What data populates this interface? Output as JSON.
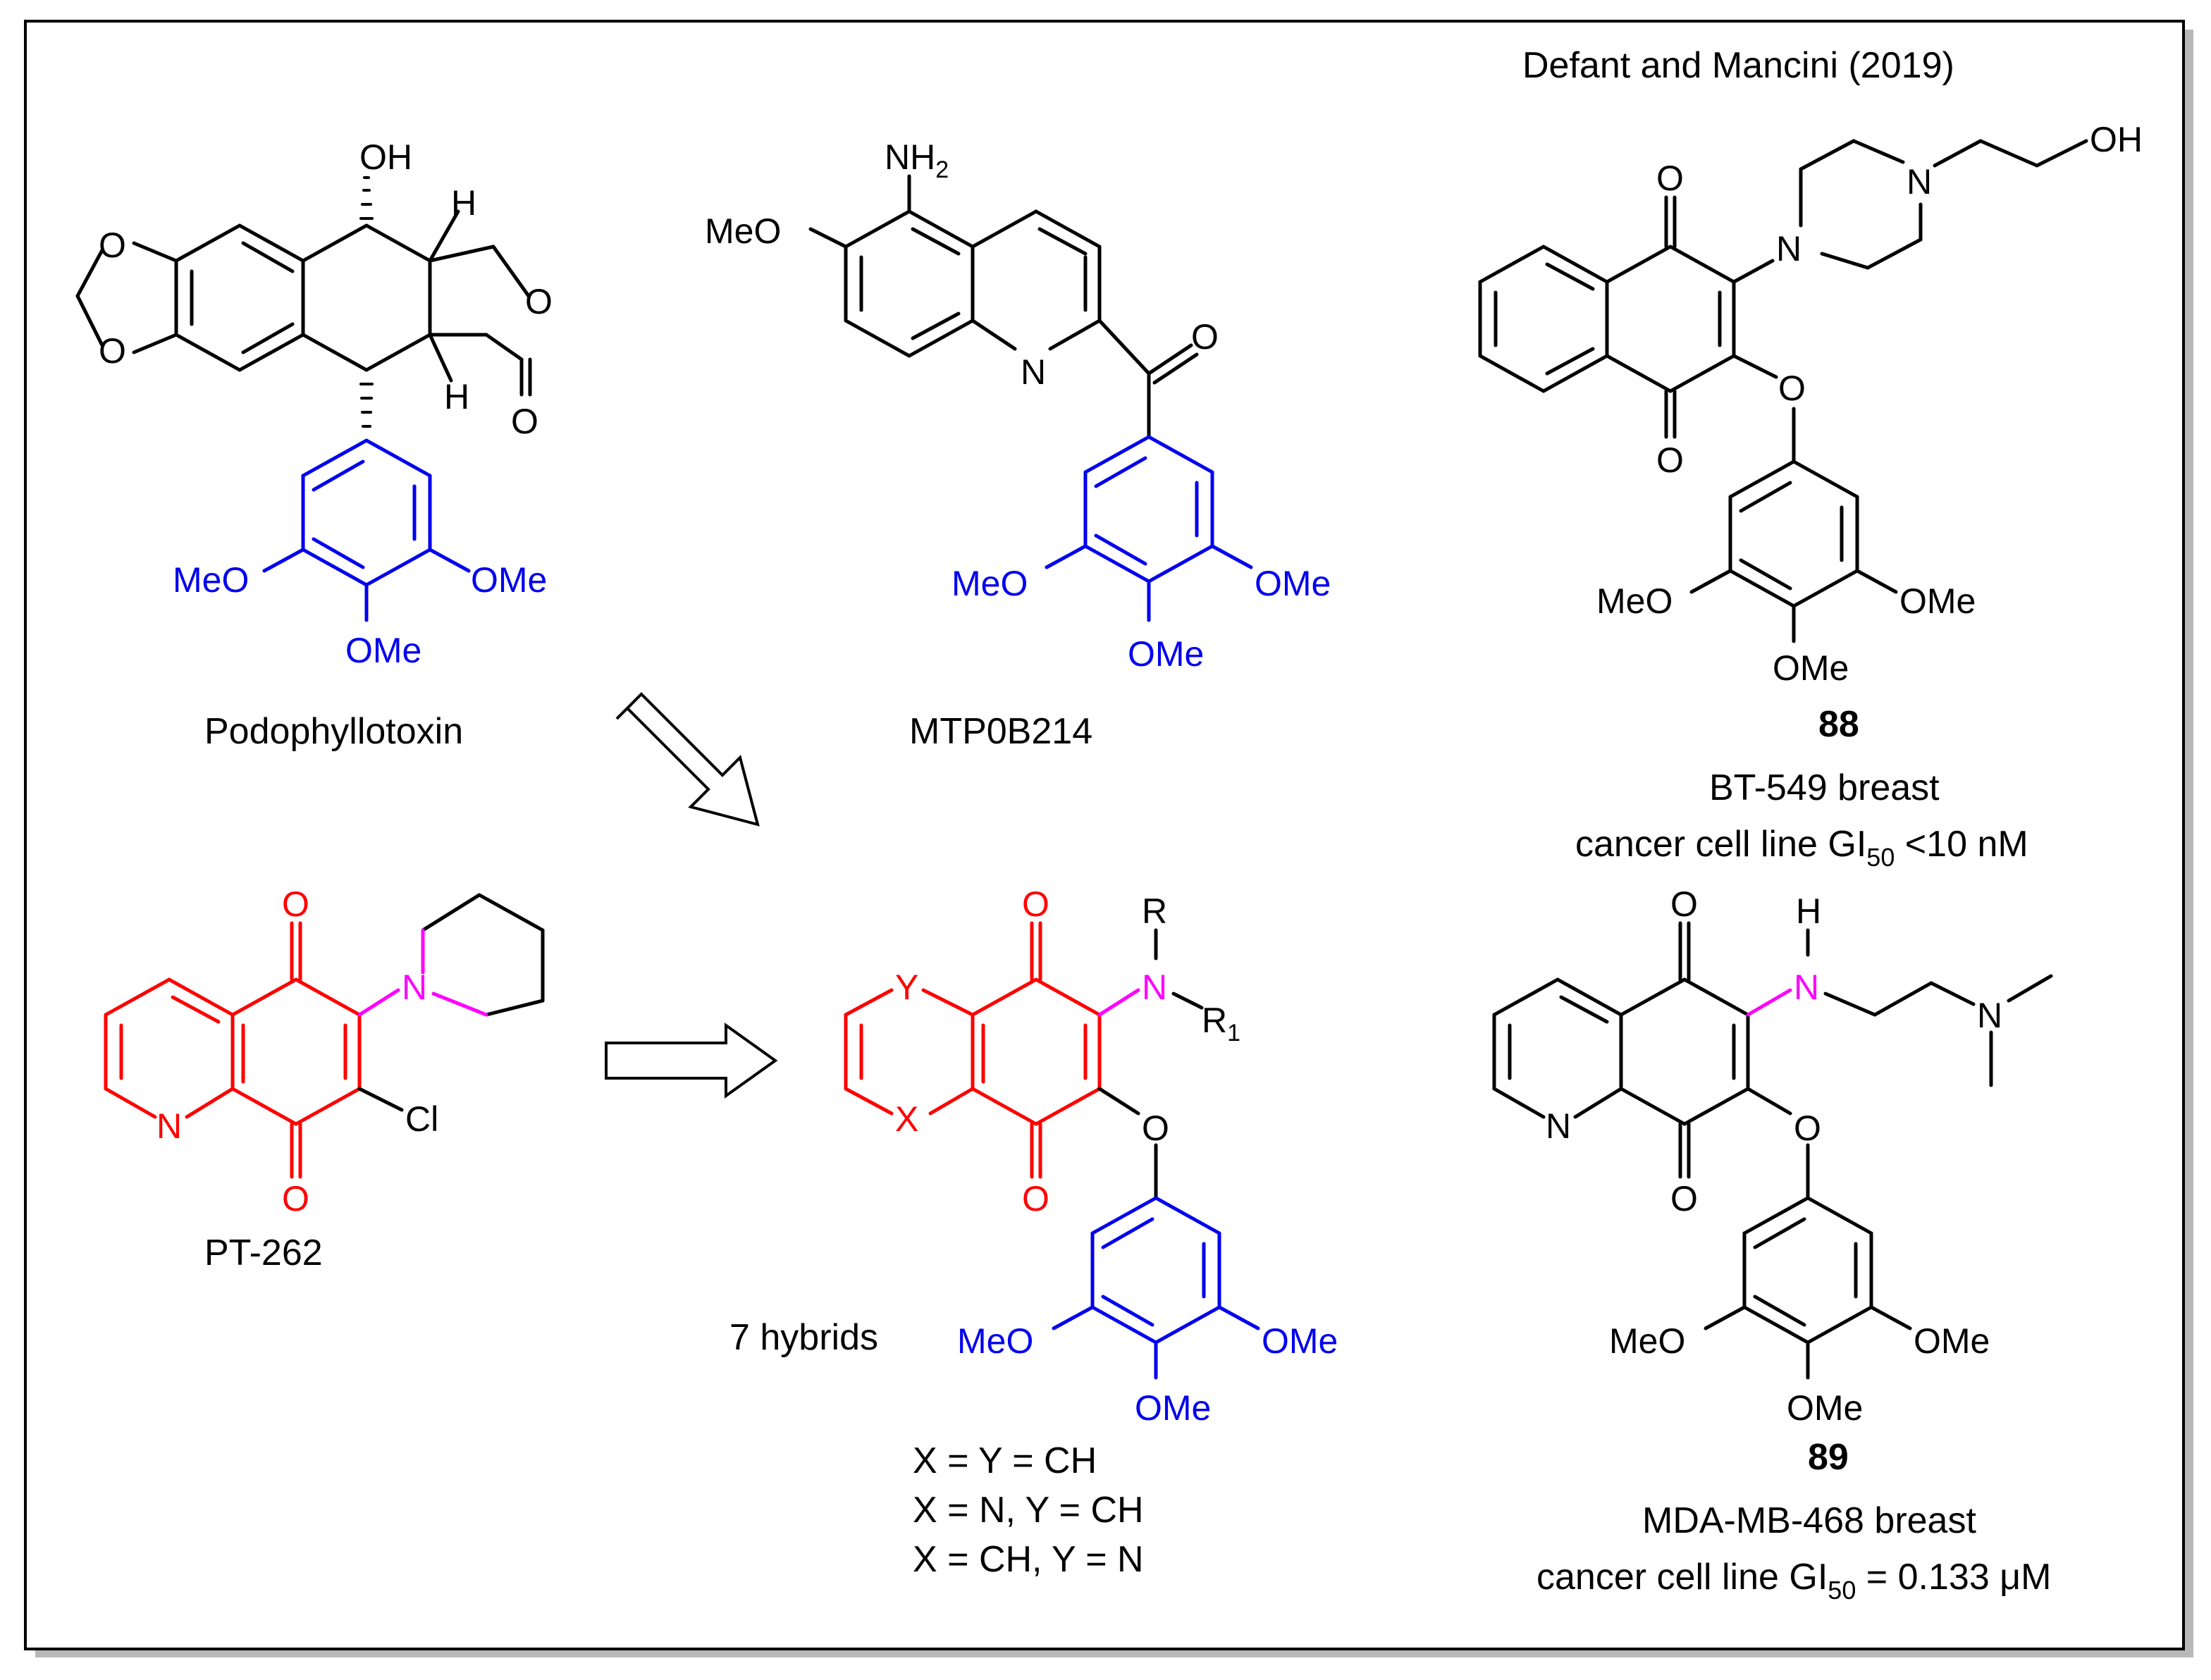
{
  "header": {
    "citation": "Defant and Mancini (2019)"
  },
  "compounds": {
    "podophyllotoxin": {
      "name": "Podophyllotoxin",
      "oh": "OH",
      "h_top": "H",
      "h_bottom": "H",
      "o1": "O",
      "o2": "O",
      "o_ring": "O",
      "o_carbonyl": "O",
      "ome_left": "MeO",
      "ome_right": "OMe",
      "ome_bottom": "OMe"
    },
    "mtp0b214": {
      "name": "MTP0B214",
      "nh2": "NH",
      "nh2_sub": "2",
      "meo_quin": "MeO",
      "n": "N",
      "o_carbonyl": "O",
      "ome_left": "MeO",
      "ome_right": "OMe",
      "ome_bottom": "OMe"
    },
    "pt262": {
      "name": "PT-262",
      "o_top": "O",
      "o_bottom": "O",
      "n_ring": "N",
      "n_pip": "N",
      "cl": "Cl"
    },
    "hybrid": {
      "count_label": "7 hybrids",
      "o_top": "O",
      "o_bottom": "O",
      "y": "Y",
      "x": "X",
      "n": "N",
      "r": "R",
      "r1": "R",
      "r1_sub": "1",
      "o_ether": "O",
      "ome_left": "MeO",
      "ome_right": "OMe",
      "ome_bottom": "OMe",
      "variants": [
        "X = Y = CH",
        "X = N, Y = CH",
        "X = CH, Y = N"
      ]
    },
    "c88": {
      "number": "88",
      "o_top": "O",
      "o_bottom": "O",
      "n1": "N",
      "n2": "N",
      "oh": "OH",
      "o_ether": "O",
      "ome_left": "MeO",
      "ome_right": "OMe",
      "ome_bottom": "OMe",
      "activity_line1": "BT-549 breast",
      "activity_line2_pre": "cancer cell line  GI",
      "activity_sub": "50",
      "activity_line2_post": " <10 nM"
    },
    "c89": {
      "number": "89",
      "o_top": "O",
      "o_bottom": "O",
      "h": "H",
      "n_amine": "N",
      "n_ring": "N",
      "n_me2": "N",
      "o_ether": "O",
      "ome_left": "MeO",
      "ome_right": "OMe",
      "ome_bottom": "OMe",
      "activity_line1": "MDA-MB-468 breast",
      "activity_line2_pre": "cancer cell line GI",
      "activity_sub": "50",
      "activity_line2_post": " = 0.133 μM"
    }
  },
  "colors": {
    "black": "#000000",
    "blue": "#0000ee",
    "red": "#ff0000",
    "magenta": "#ff00ff"
  }
}
